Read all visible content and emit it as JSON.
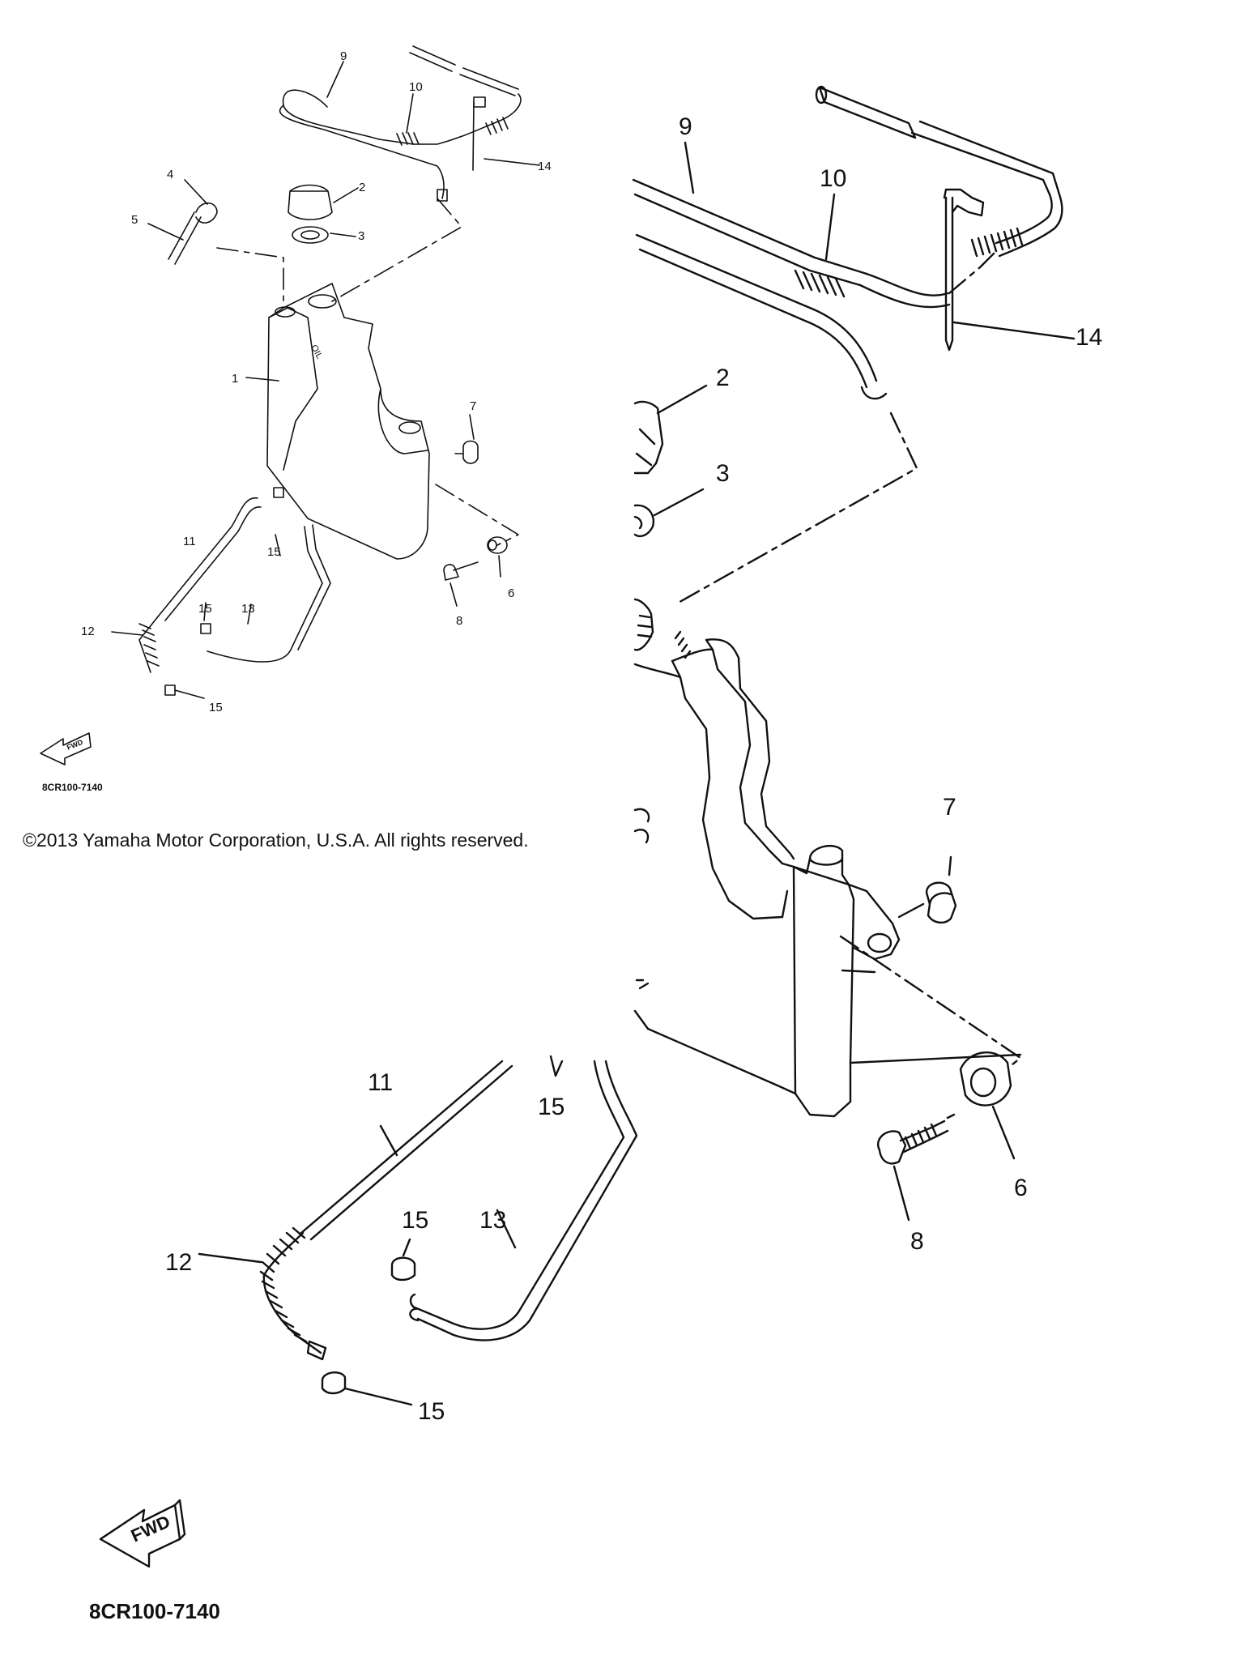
{
  "copyright": "©2013 Yamaha Motor Corporation, U.S.A. All rights reserved.",
  "diagram_code": "8CR100-7140",
  "arrow_label": "FWD",
  "callouts": {
    "c1": "1",
    "c2": "2",
    "c3": "3",
    "c4": "4",
    "c5": "5",
    "c6": "6",
    "c7": "7",
    "c8": "8",
    "c9": "9",
    "c10": "10",
    "c11": "11",
    "c12": "12",
    "c13": "13",
    "c14": "14",
    "c15": "15"
  },
  "tank_marks": {
    "oil": "OIL"
  }
}
